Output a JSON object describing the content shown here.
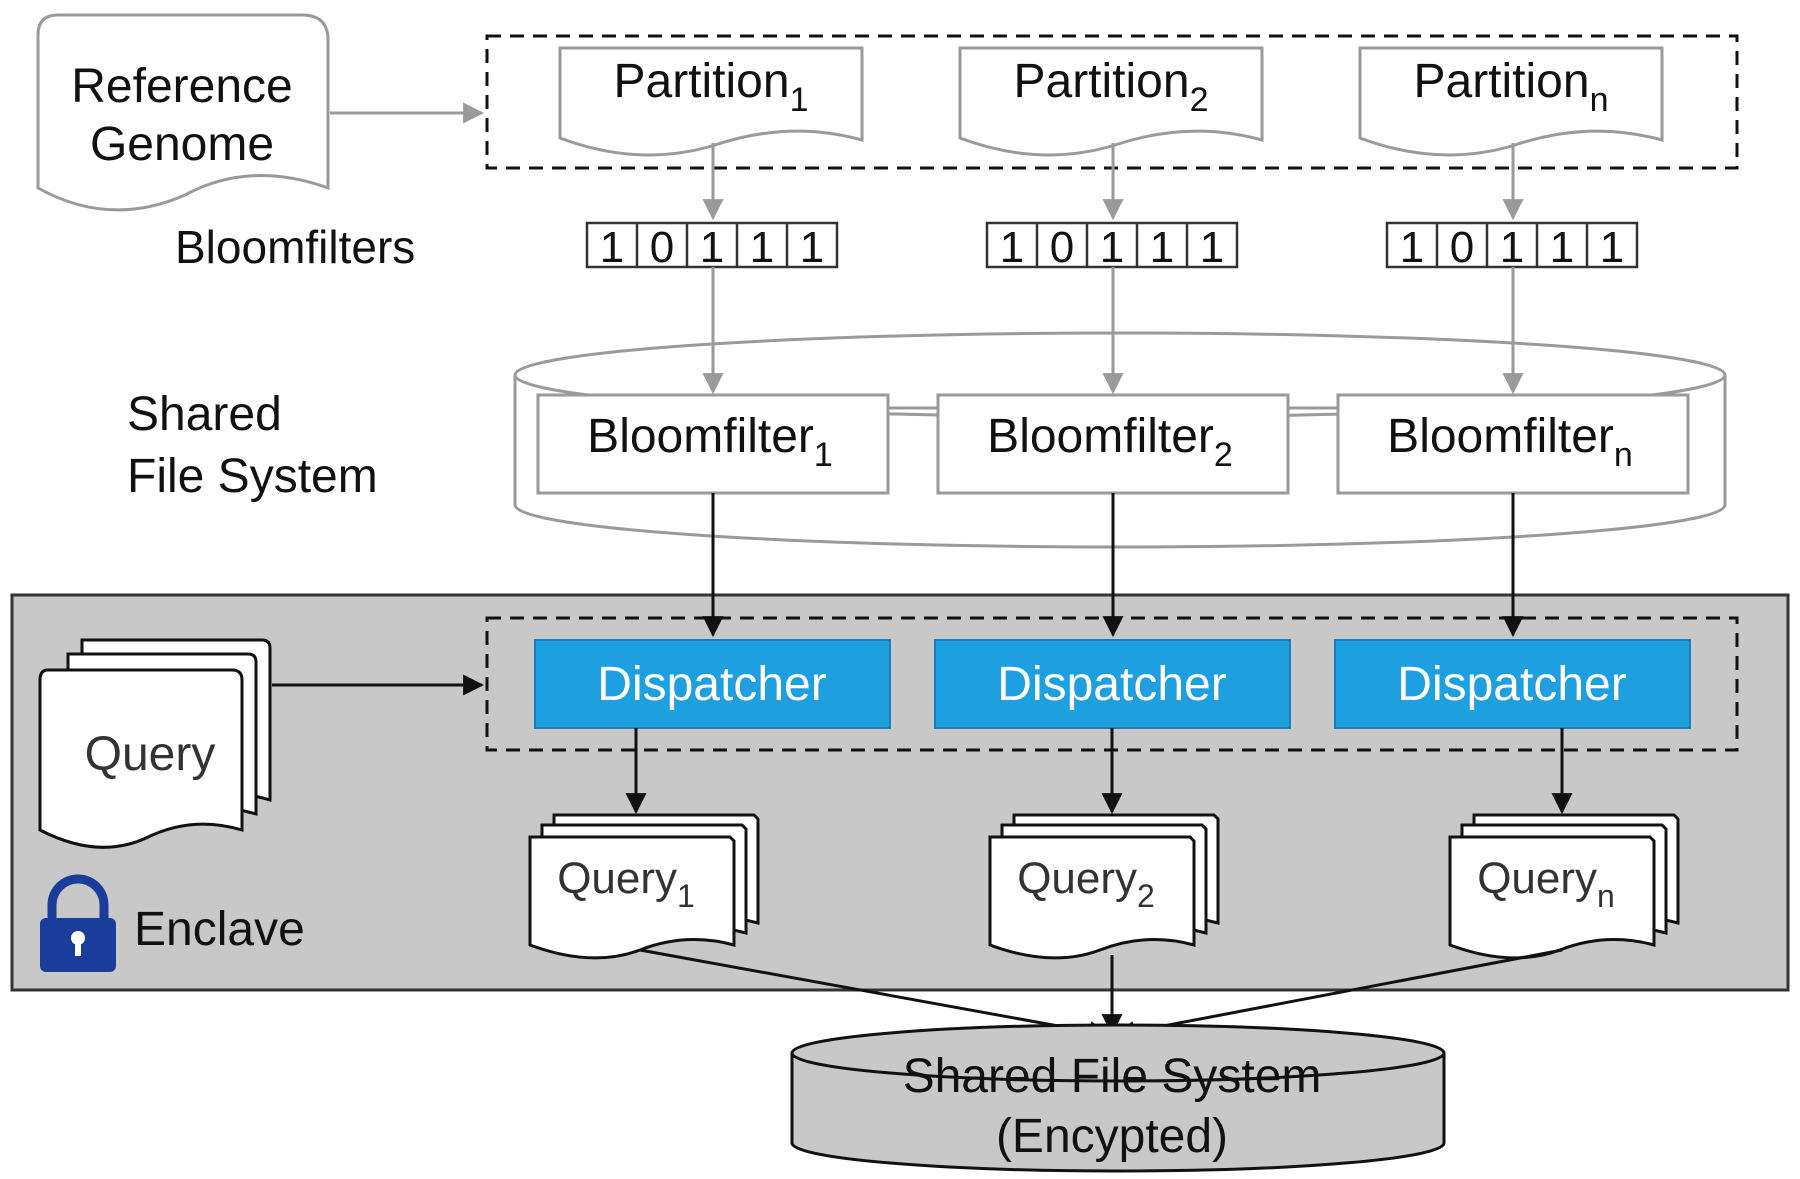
{
  "reference": {
    "line1": "Reference",
    "line2": "Genome"
  },
  "partitions": [
    {
      "name": "Partition",
      "sub": "1"
    },
    {
      "name": "Partition",
      "sub": "2"
    },
    {
      "name": "Partition",
      "sub": "n"
    }
  ],
  "bloomfilters_label": "Bloomfilters",
  "bits": [
    "1",
    "0",
    "1",
    "1",
    "1"
  ],
  "shared_fs": {
    "line1": "Shared",
    "line2": "File System"
  },
  "bloomfilter_boxes": [
    {
      "name": "Bloomfilter",
      "sub": "1"
    },
    {
      "name": "Bloomfilter",
      "sub": "2"
    },
    {
      "name": "Bloomfilter",
      "sub": "n"
    }
  ],
  "dispatchers": [
    "Dispatcher",
    "Dispatcher",
    "Dispatcher"
  ],
  "query_main": "Query",
  "queries": [
    {
      "name": "Query",
      "sub": "1"
    },
    {
      "name": "Query",
      "sub": "2"
    },
    {
      "name": "Query",
      "sub": "n"
    }
  ],
  "enclave_label": "Enclave",
  "encrypted_fs": {
    "line1": "Shared File System",
    "line2": "(Encypted)"
  },
  "colors": {
    "dispatcher_fill": "#1e9fe0",
    "enclave_bg": "#c8c8c8",
    "lock": "#1a3d9b"
  }
}
